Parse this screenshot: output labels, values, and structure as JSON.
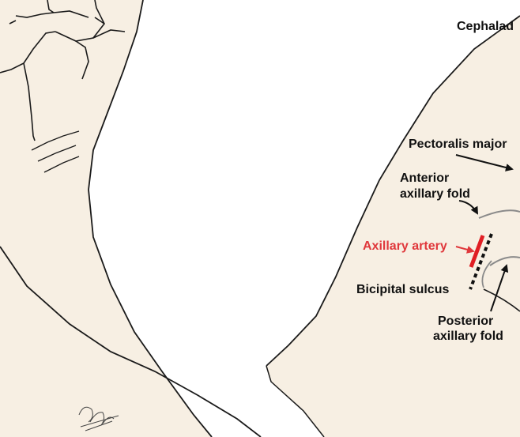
{
  "labels": {
    "orientation": "Cephalad",
    "pectoralis": "Pectoralis major",
    "anterior_line1": "Anterior",
    "anterior_line2": "axillary fold",
    "artery": "Axillary artery",
    "sulcus": "Bicipital sulcus",
    "posterior_line1": "Posterior",
    "posterior_line2": "axillary fold"
  },
  "colors": {
    "skin": "#f7efe3",
    "outline": "#1a1a1a",
    "artery": "#e01e24",
    "artery_label": "#e0383c",
    "fold": "#8a8a8a",
    "text": "#111111"
  },
  "signature": "artist signature"
}
